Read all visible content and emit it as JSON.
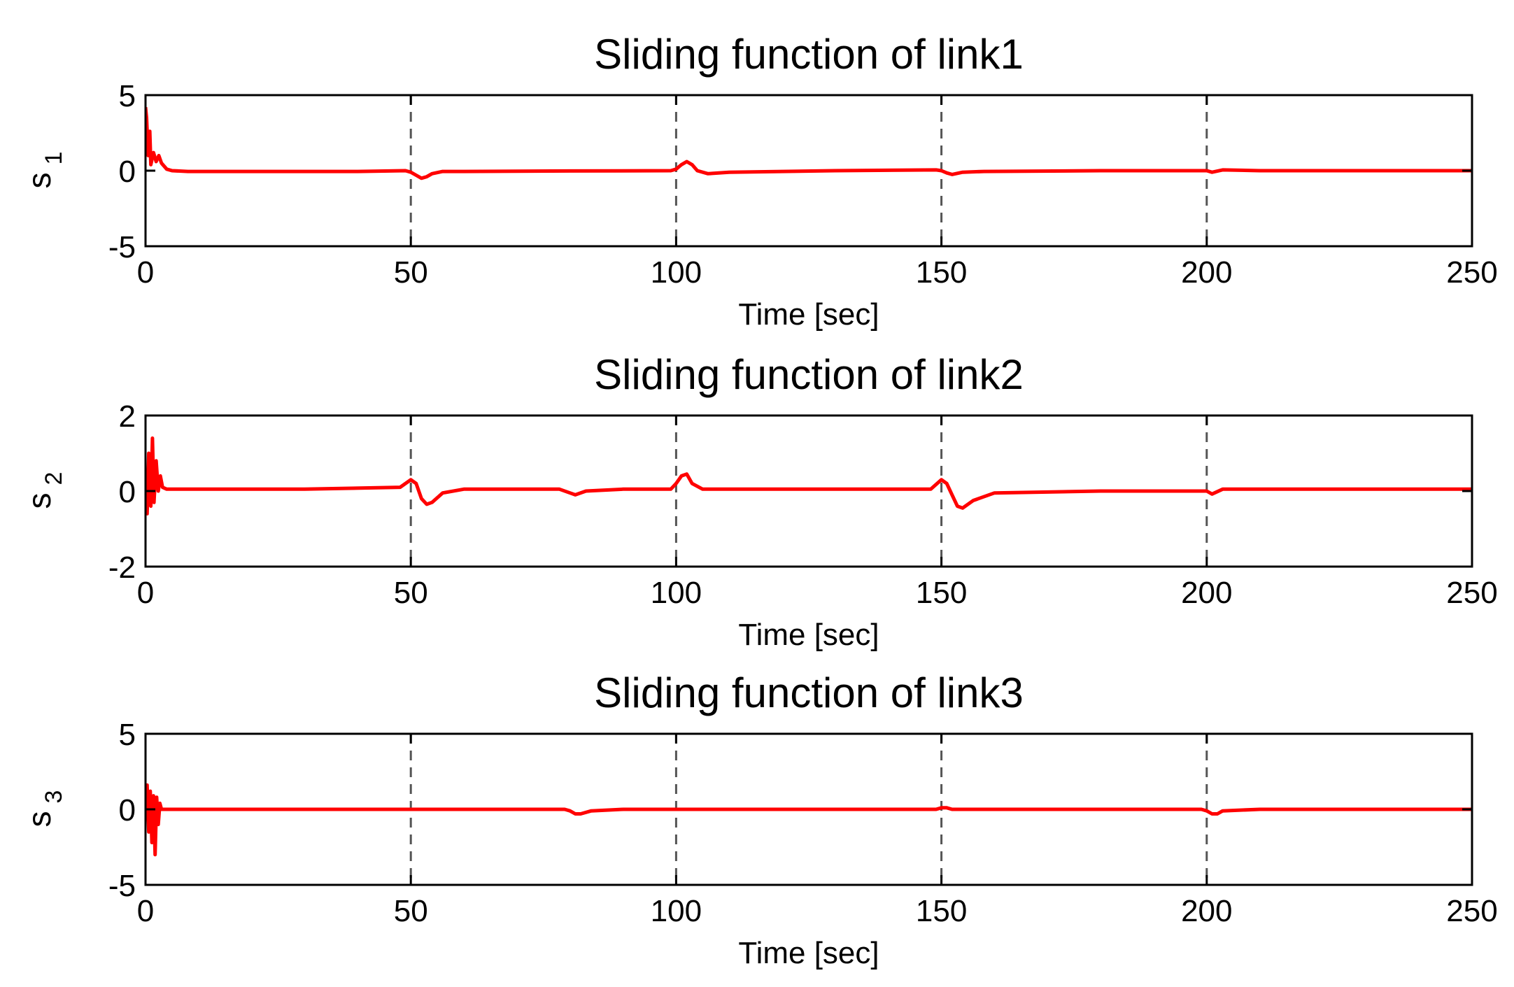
{
  "chart_data": [
    {
      "type": "line",
      "title": "Sliding function of link1",
      "xlabel": "Time [sec]",
      "ylabel": "s",
      "ylabel_sub": "1",
      "xlim": [
        0,
        250
      ],
      "ylim": [
        -5,
        5
      ],
      "xticks": [
        0,
        50,
        100,
        150,
        200,
        250
      ],
      "yticks": [
        -5,
        0,
        5
      ],
      "vlines": [
        50,
        100,
        150,
        200
      ],
      "color": "#ff0000",
      "series": [
        {
          "x": [
            0,
            0.2,
            0.5,
            0.8,
            1.0,
            1.5,
            2,
            2.5,
            3,
            4,
            5,
            8,
            20,
            40,
            49,
            50,
            51,
            52,
            53,
            54,
            56,
            60,
            80,
            99,
            100,
            101,
            102,
            103,
            104,
            106,
            110,
            130,
            149,
            150,
            151,
            152,
            154,
            158,
            180,
            199,
            200,
            201,
            203,
            210,
            230,
            250
          ],
          "y": [
            4.2,
            3.5,
            1.0,
            2.6,
            0.4,
            1.2,
            0.6,
            1.0,
            0.5,
            0.1,
            0.0,
            -0.05,
            -0.05,
            -0.05,
            0.0,
            -0.1,
            -0.3,
            -0.5,
            -0.4,
            -0.2,
            -0.05,
            -0.05,
            -0.02,
            0.0,
            0.1,
            0.4,
            0.6,
            0.4,
            0.0,
            -0.2,
            -0.1,
            0.0,
            0.05,
            0.0,
            -0.15,
            -0.25,
            -0.1,
            -0.05,
            0.0,
            0.0,
            0.0,
            -0.1,
            0.05,
            0.0,
            0.0,
            0.0
          ]
        }
      ]
    },
    {
      "type": "line",
      "title": "Sliding function of link2",
      "xlabel": "Time [sec]",
      "ylabel": "s",
      "ylabel_sub": "2",
      "xlim": [
        0,
        250
      ],
      "ylim": [
        -2,
        2
      ],
      "xticks": [
        0,
        50,
        100,
        150,
        200,
        250
      ],
      "yticks": [
        -2,
        0,
        2
      ],
      "vlines": [
        50,
        100,
        150,
        200
      ],
      "color": "#ff0000",
      "series": [
        {
          "x": [
            0,
            0.3,
            0.6,
            1.0,
            1.3,
            1.6,
            2.0,
            2.4,
            2.8,
            3.2,
            4,
            6,
            10,
            30,
            48,
            50,
            51,
            52,
            53,
            54,
            56,
            60,
            78,
            80,
            81,
            83,
            90,
            99,
            100,
            101,
            102,
            103,
            105,
            110,
            130,
            148,
            150,
            151,
            152,
            153,
            154,
            156,
            160,
            180,
            199,
            200,
            201,
            203,
            210,
            250
          ],
          "y": [
            0.0,
            -0.6,
            1.0,
            -0.4,
            1.4,
            -0.3,
            0.8,
            0.0,
            0.4,
            0.1,
            0.05,
            0.05,
            0.05,
            0.05,
            0.1,
            0.3,
            0.2,
            -0.2,
            -0.35,
            -0.3,
            -0.05,
            0.05,
            0.05,
            -0.05,
            -0.1,
            0.0,
            0.05,
            0.05,
            0.2,
            0.4,
            0.45,
            0.2,
            0.05,
            0.05,
            0.05,
            0.05,
            0.3,
            0.2,
            -0.1,
            -0.4,
            -0.45,
            -0.25,
            -0.05,
            0.0,
            0.0,
            0.0,
            -0.08,
            0.05,
            0.05,
            0.05
          ]
        }
      ]
    },
    {
      "type": "line",
      "title": "Sliding function of link3",
      "xlabel": "Time [sec]",
      "ylabel": "s",
      "ylabel_sub": "3",
      "xlim": [
        0,
        250
      ],
      "ylim": [
        -5,
        5
      ],
      "xticks": [
        0,
        50,
        100,
        150,
        200,
        250
      ],
      "yticks": [
        -5,
        0,
        5
      ],
      "vlines": [
        50,
        100,
        150,
        200
      ],
      "color": "#ff0000",
      "series": [
        {
          "x": [
            0,
            0.3,
            0.6,
            0.9,
            1.2,
            1.5,
            1.8,
            2.1,
            2.4,
            2.7,
            3.0,
            3.5,
            5,
            20,
            60,
            79,
            80,
            81,
            82,
            84,
            90,
            130,
            149,
            150,
            151,
            152,
            160,
            190,
            199,
            200,
            201,
            202,
            203,
            210,
            250
          ],
          "y": [
            0.0,
            1.6,
            -1.5,
            1.2,
            -2.2,
            0.9,
            -3.0,
            0.8,
            -1.0,
            0.4,
            0.0,
            0.0,
            0.0,
            0.0,
            0.0,
            0.0,
            -0.1,
            -0.3,
            -0.3,
            -0.1,
            0.0,
            0.0,
            0.0,
            0.1,
            0.1,
            0.0,
            0.0,
            0.0,
            0.0,
            -0.1,
            -0.3,
            -0.3,
            -0.1,
            0.0,
            0.0
          ]
        }
      ]
    }
  ]
}
